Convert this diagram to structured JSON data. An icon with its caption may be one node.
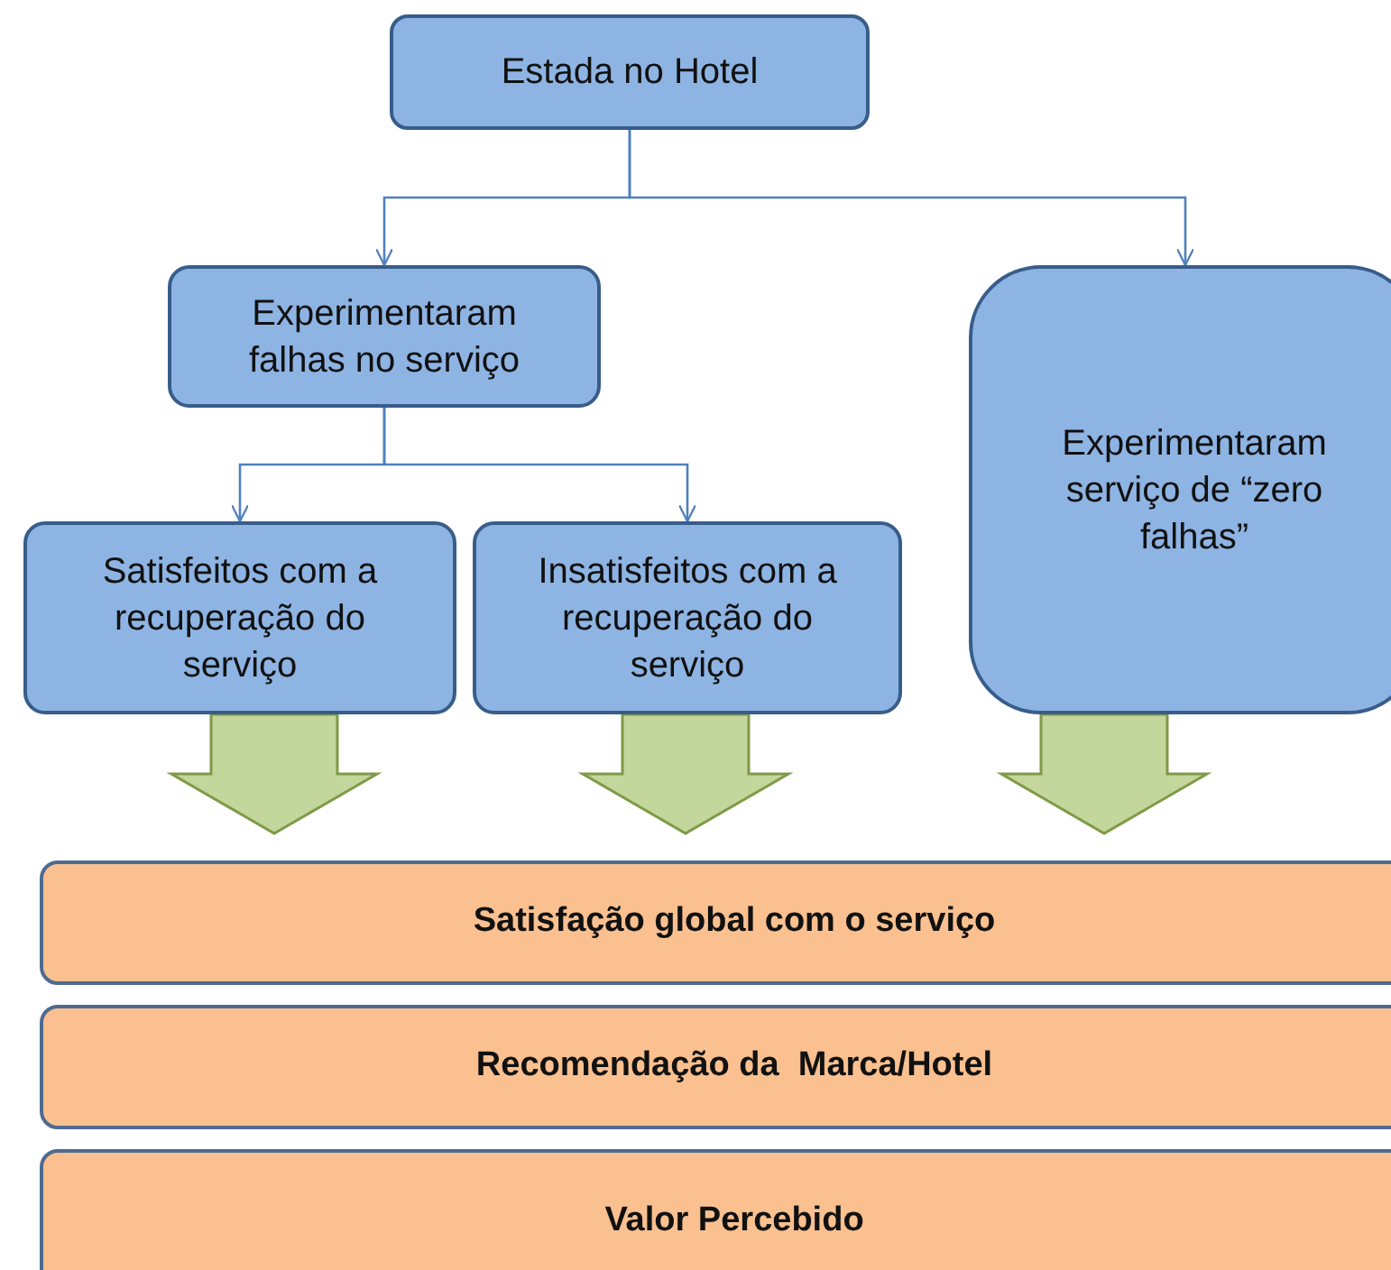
{
  "diagram": {
    "nodes": [
      {
        "text": [
          "Estada no Hotel"
        ]
      },
      {
        "text": [
          "Experimentaram falhas no serviço"
        ]
      },
      {
        "text": [
          "Experimentaram serviço de “zero falhas”"
        ]
      },
      {
        "text": [
          "Satisfeitos com a recuperação do serviço"
        ]
      },
      {
        "text": [
          "Insatisfeitos com a recuperação do serviço"
        ]
      },
      {
        "text": [
          "Satisfação global com o serviço"
        ]
      },
      {
        "text": [
          "Recomendação da  Marca/Hotel"
        ]
      },
      {
        "text": [
          "Valor Percebido"
        ]
      }
    ],
    "edges": [
      {
        "from": 0,
        "to": 1,
        "arrow": "to"
      },
      {
        "from": 0,
        "to": 2,
        "arrow": "to"
      },
      {
        "from": 1,
        "to": 3,
        "arrow": "to"
      },
      {
        "from": 1,
        "to": 4,
        "arrow": "to"
      },
      {
        "from": 3,
        "to": 5,
        "arrow": "to",
        "style": "thick",
        "color": "#c3d69b"
      },
      {
        "from": 4,
        "to": 5,
        "arrow": "to",
        "style": "thick",
        "color": "#c3d69b"
      },
      {
        "from": 2,
        "to": 5,
        "arrow": "to",
        "style": "thick",
        "color": "#c3d69b"
      }
    ]
  }
}
